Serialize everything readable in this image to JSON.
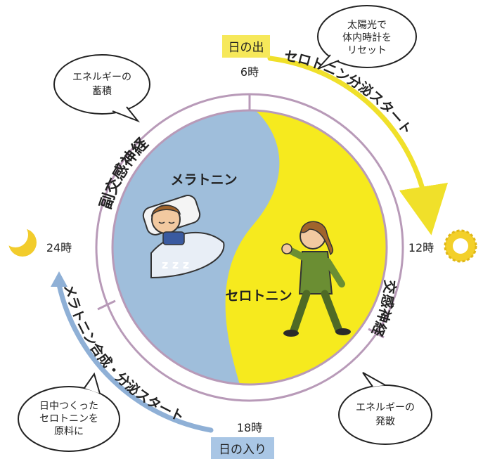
{
  "colors": {
    "melatonin_area": "#9fbedb",
    "serotonin_area": "#f6ea1e",
    "ring": "#b89ab8",
    "morning_arc": "#f0e02a",
    "evening_arc": "#8fb0d6",
    "label_box_yellow": "#f6e85a",
    "label_box_blue": "#a9c6e5",
    "moon": "#f2cc2c",
    "sun": "#f3d02a"
  },
  "clock": {
    "h6": "6時",
    "h12": "12時",
    "h18": "18時",
    "h24": "24時"
  },
  "labels": {
    "sunrise": "日の出",
    "sunset": "日の入り",
    "melatonin": "メラトニン",
    "serotonin": "セロトニン",
    "parasympathetic": "副交感神経",
    "sympathetic": "交感神経",
    "serotonin_secretion_start": "セロトニン分泌スタート",
    "melatonin_synthesis_start": "メラトニン合成・分泌スタート",
    "zzz": "z z z"
  },
  "bubbles": {
    "top_right": [
      "太陽光で",
      "体内時計を",
      "リセット"
    ],
    "top_left": [
      "エネルギーの",
      "蓄積"
    ],
    "bottom_left": [
      "日中つくった",
      "セロトニンを",
      "原料に"
    ],
    "bottom_right": [
      "エネルギーの",
      "発散"
    ]
  },
  "icons": {
    "moon": "crescent-moon-icon",
    "sun": "sun-icon",
    "sleeping_person": "sleeping-person-icon",
    "walking_person": "walking-person-icon"
  }
}
